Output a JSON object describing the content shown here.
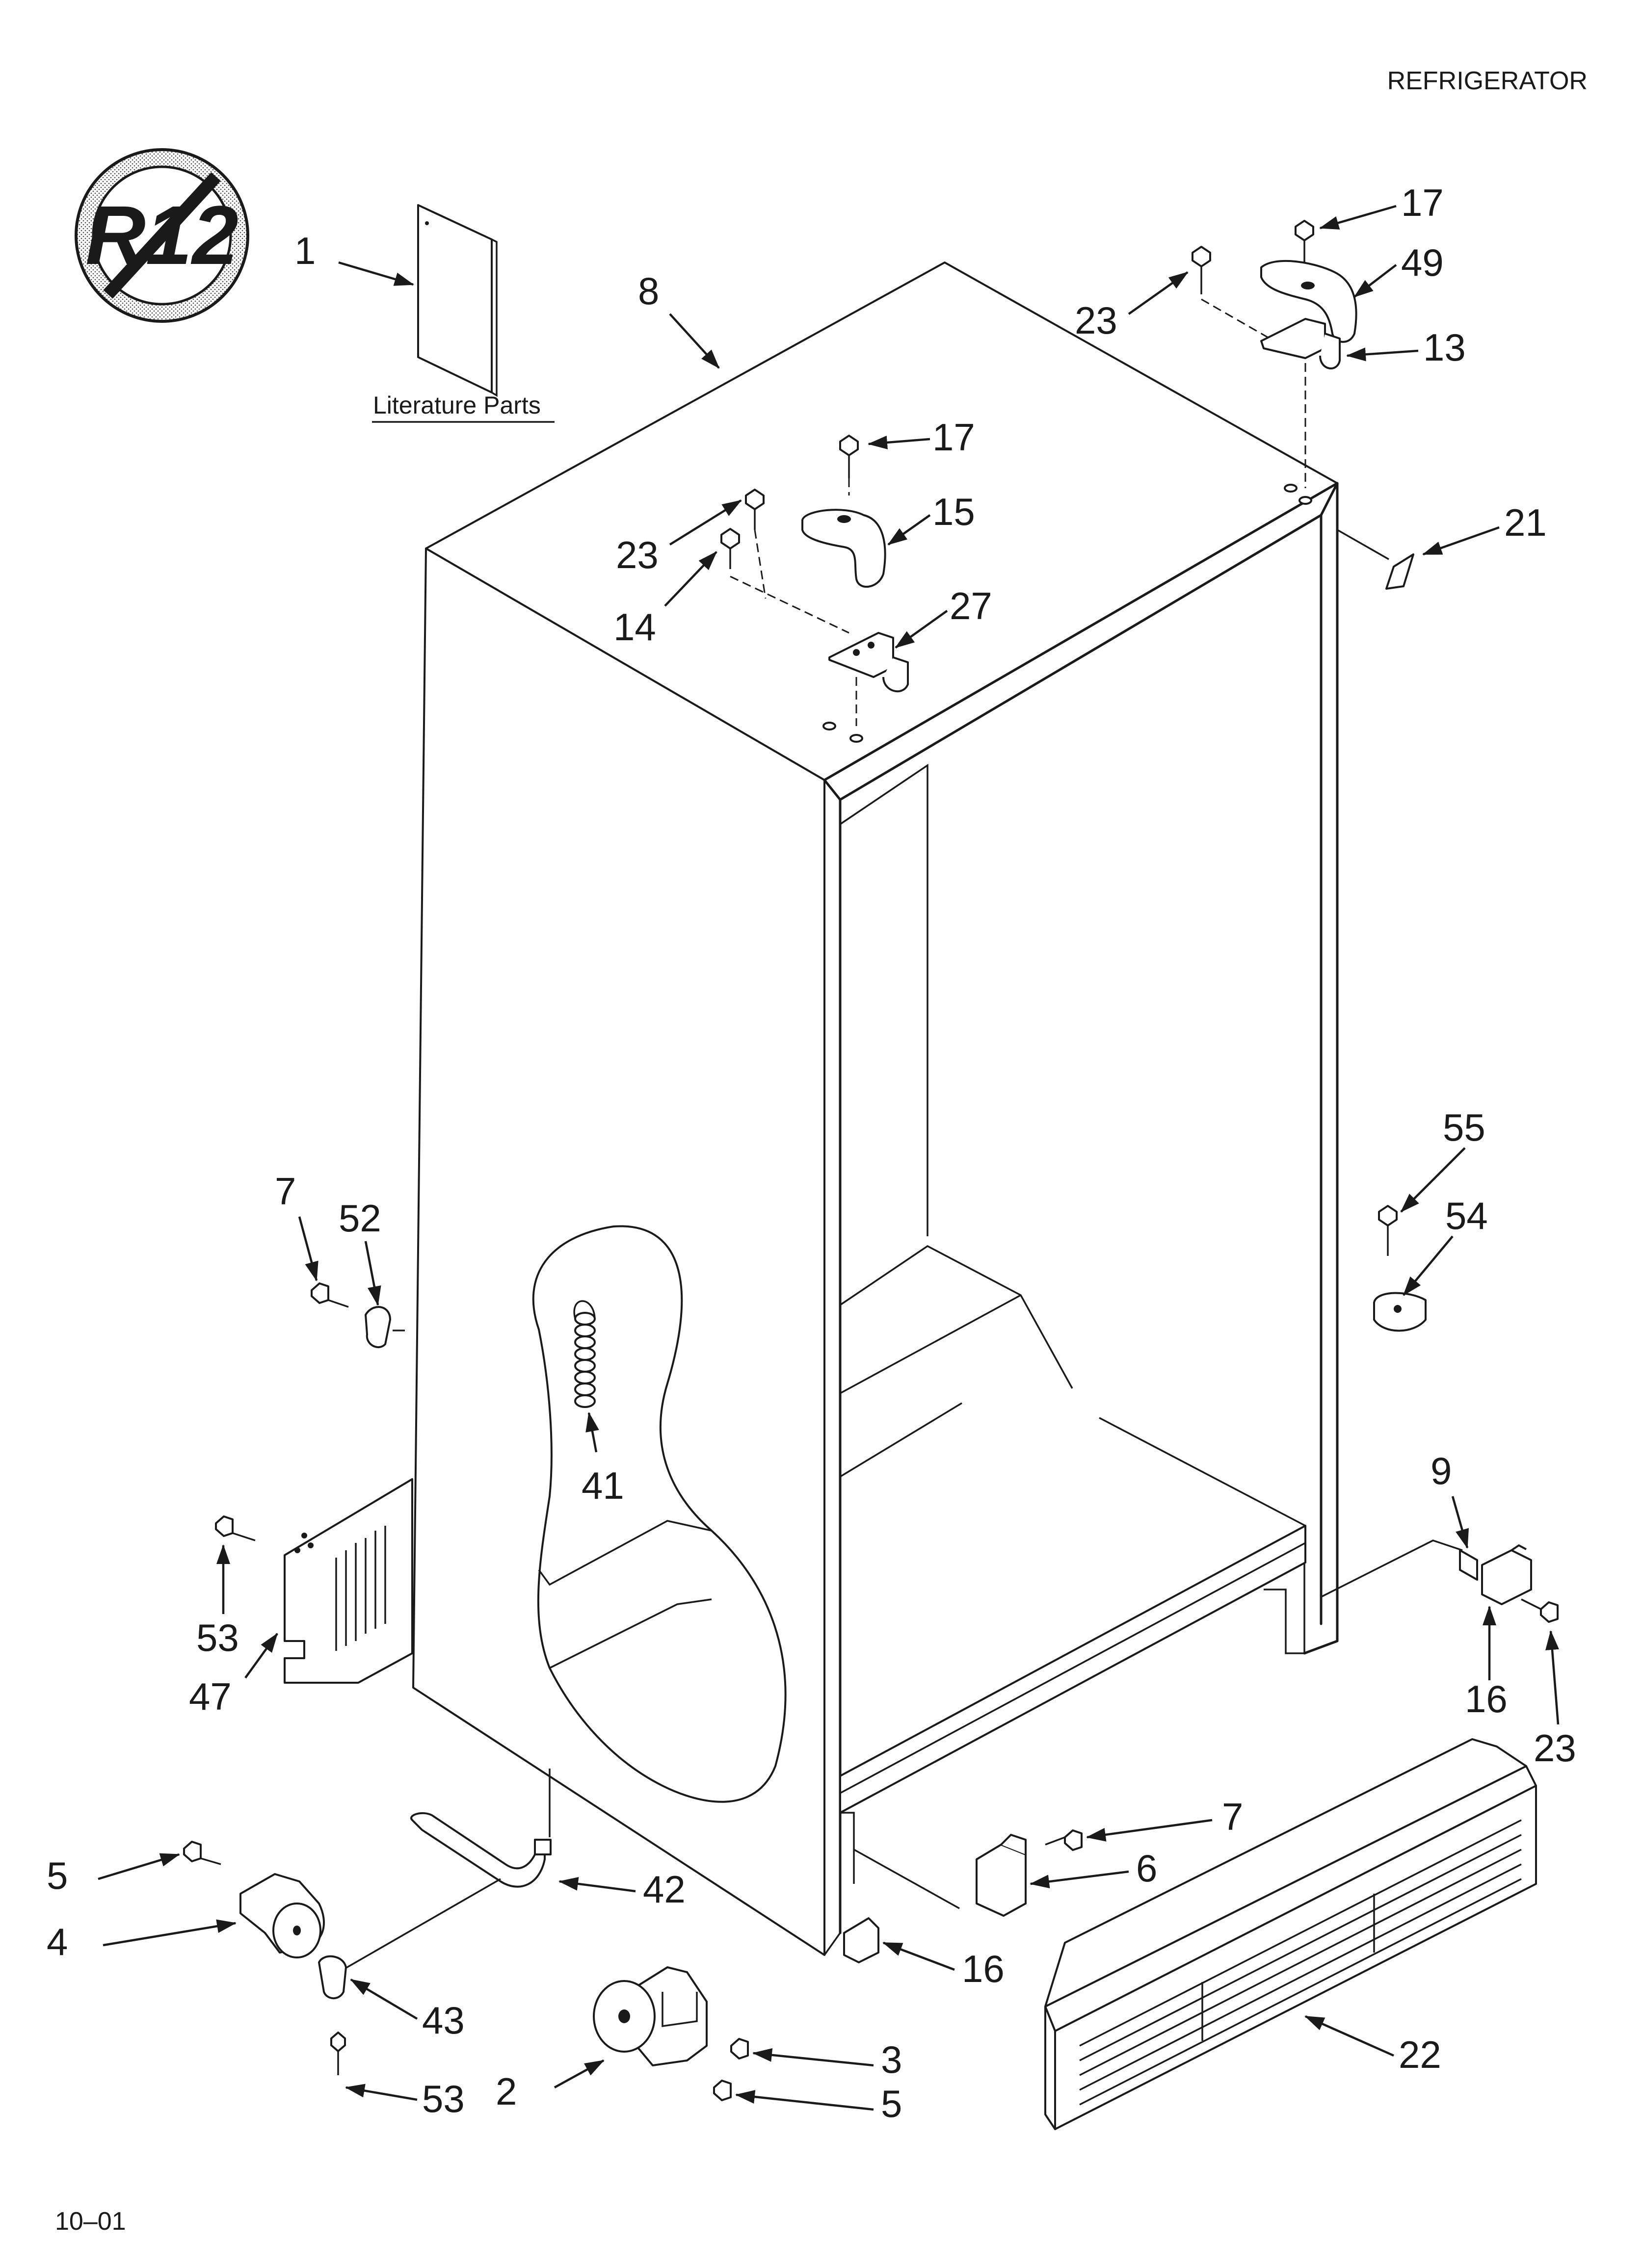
{
  "header": {
    "title": "REFRIGERATOR"
  },
  "footer": {
    "date_code": "10–01"
  },
  "badge": {
    "text": "R12",
    "meaning": "no-r12-refrigerant"
  },
  "literature": {
    "label": "Literature Parts"
  },
  "callouts": [
    {
      "id": "c1",
      "label": "1"
    },
    {
      "id": "c2",
      "label": "2"
    },
    {
      "id": "c3",
      "label": "3"
    },
    {
      "id": "c4",
      "label": "4"
    },
    {
      "id": "c5a",
      "label": "5"
    },
    {
      "id": "c5b",
      "label": "5"
    },
    {
      "id": "c6",
      "label": "6"
    },
    {
      "id": "c7a",
      "label": "7"
    },
    {
      "id": "c7b",
      "label": "7"
    },
    {
      "id": "c8",
      "label": "8"
    },
    {
      "id": "c9",
      "label": "9"
    },
    {
      "id": "c13",
      "label": "13"
    },
    {
      "id": "c14",
      "label": "14"
    },
    {
      "id": "c15",
      "label": "15"
    },
    {
      "id": "c16a",
      "label": "16"
    },
    {
      "id": "c16b",
      "label": "16"
    },
    {
      "id": "c17a",
      "label": "17"
    },
    {
      "id": "c17b",
      "label": "17"
    },
    {
      "id": "c21",
      "label": "21"
    },
    {
      "id": "c22",
      "label": "22"
    },
    {
      "id": "c23a",
      "label": "23"
    },
    {
      "id": "c23b",
      "label": "23"
    },
    {
      "id": "c23c",
      "label": "23"
    },
    {
      "id": "c27",
      "label": "27"
    },
    {
      "id": "c41",
      "label": "41"
    },
    {
      "id": "c42",
      "label": "42"
    },
    {
      "id": "c43",
      "label": "43"
    },
    {
      "id": "c47",
      "label": "47"
    },
    {
      "id": "c49",
      "label": "49"
    },
    {
      "id": "c52",
      "label": "52"
    },
    {
      "id": "c53a",
      "label": "53"
    },
    {
      "id": "c53b",
      "label": "53"
    },
    {
      "id": "c54",
      "label": "54"
    },
    {
      "id": "c55",
      "label": "55"
    }
  ]
}
